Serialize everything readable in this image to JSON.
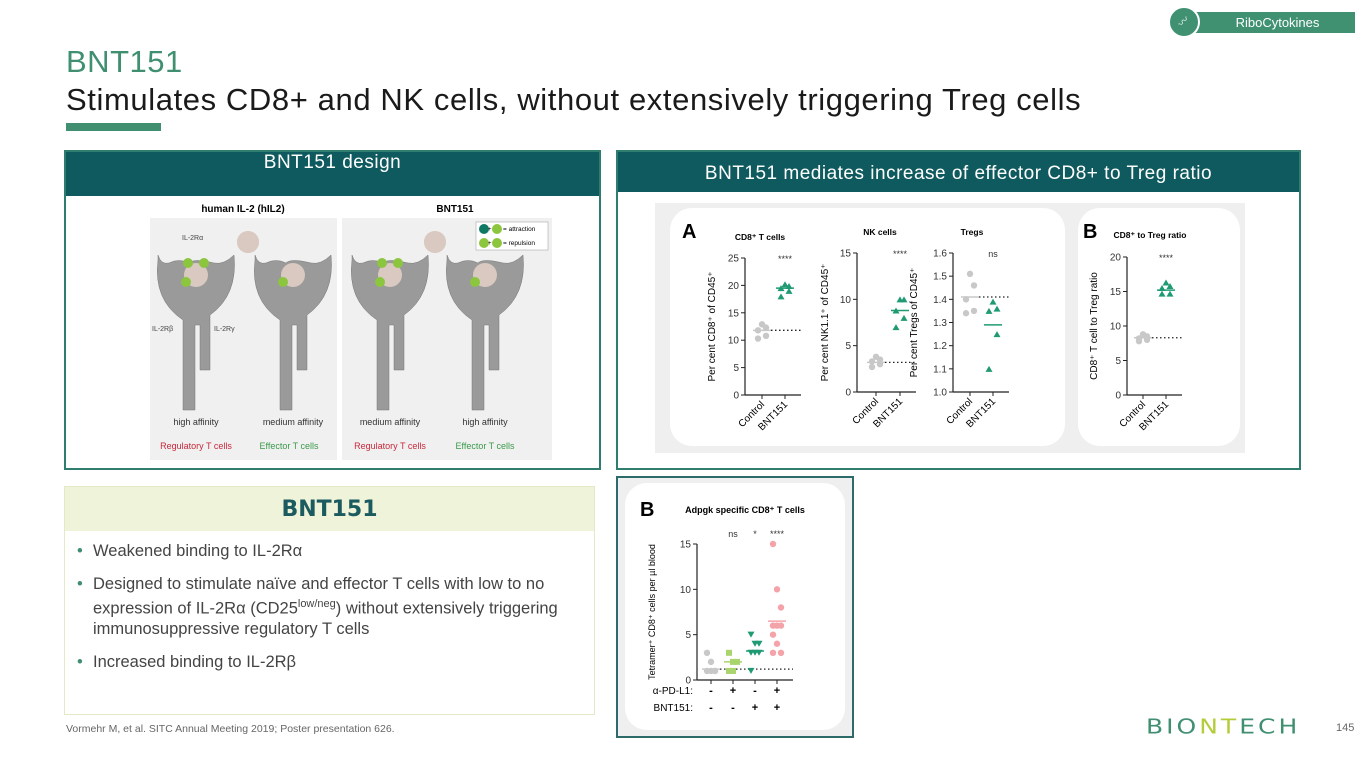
{
  "header": {
    "line1": "BNT151",
    "line2": "Stimulates CD8+ and NK cells, without extensively triggering Treg cells",
    "tag": "RiboCytokines",
    "tag_icon": "mrna-icon"
  },
  "left_panel": {
    "title": "BNT151 design",
    "diagram": {
      "left_title": "human IL-2 (hIL2)",
      "right_title": "BNT151",
      "labels": {
        "ra": "IL-2Rα",
        "rb": "IL-2Rβ",
        "rg": "IL-2Rγ"
      },
      "legend": [
        "= attraction",
        "= repulsion"
      ],
      "legend_plus": "+",
      "affinity": [
        "high affinity",
        "medium affinity",
        "medium affinity",
        "high affinity"
      ],
      "cells": [
        "Regulatory T cells",
        "Effector T cells",
        "Regulatory T cells",
        "Effector T cells"
      ]
    }
  },
  "right_panel": {
    "title": "BNT151 mediates increase of effector CD8+ to Treg ratio",
    "panel_a": "A",
    "panel_b": "B"
  },
  "info_box": {
    "title": "BNT151",
    "bullets": [
      {
        "text": "Weakened binding to IL-2Rα"
      },
      {
        "pre": "Designed to stimulate naïve and effector T cells with low to no expression of IL-2Rα (CD25",
        "sup": "low/neg",
        "post": ") without extensively triggering immunosuppressive regulatory T cells"
      },
      {
        "text": "Increased binding to IL-2Rβ"
      }
    ]
  },
  "colors": {
    "control": "#c8c8c8",
    "bnt": "#1f9a73",
    "lightgreen": "#a9d46e",
    "pink": "#f4a3a8",
    "teal": "#0f5a5e",
    "accent": "#3f8f70"
  },
  "chart_data": [
    {
      "type": "scatter",
      "title": "CD8⁺ T cells",
      "ylabel": "Per cent CD8⁺ of CD45⁺",
      "ylim": [
        0,
        25
      ],
      "ticks": [
        0,
        5,
        10,
        15,
        20,
        25
      ],
      "categories": [
        "Control",
        "BNT151"
      ],
      "significance": "****",
      "series": [
        {
          "name": "Control",
          "values": [
            12.9,
            12.3,
            11.8,
            10.8,
            10.3
          ],
          "mean": 11.8,
          "marker": "circle"
        },
        {
          "name": "BNT151",
          "values": [
            20.2,
            19.9,
            19.5,
            19.0,
            18.0
          ],
          "mean": 19.5,
          "marker": "triangle"
        }
      ]
    },
    {
      "type": "scatter",
      "title": "NK cells",
      "ylabel": "Per cent NK1.1⁺ of CD45⁺",
      "ylim": [
        0,
        15
      ],
      "ticks": [
        0,
        5,
        10,
        15
      ],
      "categories": [
        "Control",
        "BNT151"
      ],
      "significance": "****",
      "series": [
        {
          "name": "Control",
          "values": [
            3.8,
            3.5,
            3.3,
            3.0,
            2.7
          ],
          "mean": 3.2,
          "marker": "circle"
        },
        {
          "name": "BNT151",
          "values": [
            10,
            10,
            8.8,
            8,
            7
          ],
          "mean": 8.8,
          "marker": "triangle"
        }
      ]
    },
    {
      "type": "scatter",
      "title": "Tregs",
      "ylabel": "Per cent Tregs of CD45⁺",
      "ylim": [
        1.0,
        1.6
      ],
      "ticks": [
        "1.0",
        "1.1",
        "1.2",
        "1.3",
        "1.4",
        "1.5",
        "1.6"
      ],
      "categories": [
        "Control",
        "BNT151"
      ],
      "significance": "ns",
      "series": [
        {
          "name": "Control",
          "values": [
            1.51,
            1.46,
            1.4,
            1.35,
            1.34
          ],
          "mean": 1.41,
          "marker": "circle"
        },
        {
          "name": "BNT151",
          "values": [
            1.39,
            1.36,
            1.35,
            1.25,
            1.1
          ],
          "mean": 1.29,
          "marker": "triangle"
        }
      ]
    },
    {
      "type": "scatter",
      "title": "CD8⁺ to Treg ratio",
      "ylabel": "CD8⁺ T cell to Treg ratio",
      "ylim": [
        0,
        20
      ],
      "ticks": [
        0,
        5,
        10,
        15,
        20
      ],
      "categories": [
        "Control",
        "BNT151"
      ],
      "significance": "****",
      "series": [
        {
          "name": "Control",
          "values": [
            8.8,
            8.5,
            8.2,
            8.0,
            7.8
          ],
          "mean": 8.3,
          "marker": "circle"
        },
        {
          "name": "BNT151",
          "values": [
            16.3,
            15.8,
            15.5,
            14.7,
            14.7
          ],
          "mean": 15.2,
          "marker": "triangle"
        }
      ]
    },
    {
      "type": "scatter",
      "title": "Adpgk specific CD8⁺ T cells",
      "panel": "B",
      "ylabel": "Tetramer⁺ CD8⁺ cells per µl blood",
      "ylim": [
        0,
        15
      ],
      "ticks": [
        0,
        5,
        10,
        15
      ],
      "row_labels": [
        "α-PD-L1:",
        "BNT151:"
      ],
      "rows": [
        [
          "-",
          "+",
          "-",
          "+"
        ],
        [
          "-",
          "-",
          "+",
          "+"
        ]
      ],
      "significance": [
        "",
        "ns",
        "*",
        "****"
      ],
      "series": [
        {
          "name": "none",
          "values": [
            3,
            2,
            1,
            1,
            1,
            1
          ],
          "mean": 1.2,
          "marker": "circle",
          "color": "#c8c8c8"
        },
        {
          "name": "α-PD-L1",
          "values": [
            3,
            2,
            2,
            1,
            1
          ],
          "mean": 2,
          "marker": "square",
          "color": "#a9d46e"
        },
        {
          "name": "BNT151",
          "values": [
            5,
            4,
            4,
            3,
            3,
            3,
            1
          ],
          "mean": 3.2,
          "marker": "tri-down",
          "color": "#1f9a73"
        },
        {
          "name": "α-PD-L1 + BNT151",
          "values": [
            15,
            10,
            8,
            6,
            6,
            6,
            5,
            4,
            3,
            3
          ],
          "mean": 6.5,
          "marker": "circle",
          "color": "#f4a3a8"
        }
      ]
    }
  ],
  "footer": {
    "citation": "Vormehr M, et al. SITC Annual Meeting 2019; Poster presentation 626.",
    "logo_a": "BIO",
    "logo_n": "NT",
    "logo_b": "ECH",
    "page": "145"
  }
}
